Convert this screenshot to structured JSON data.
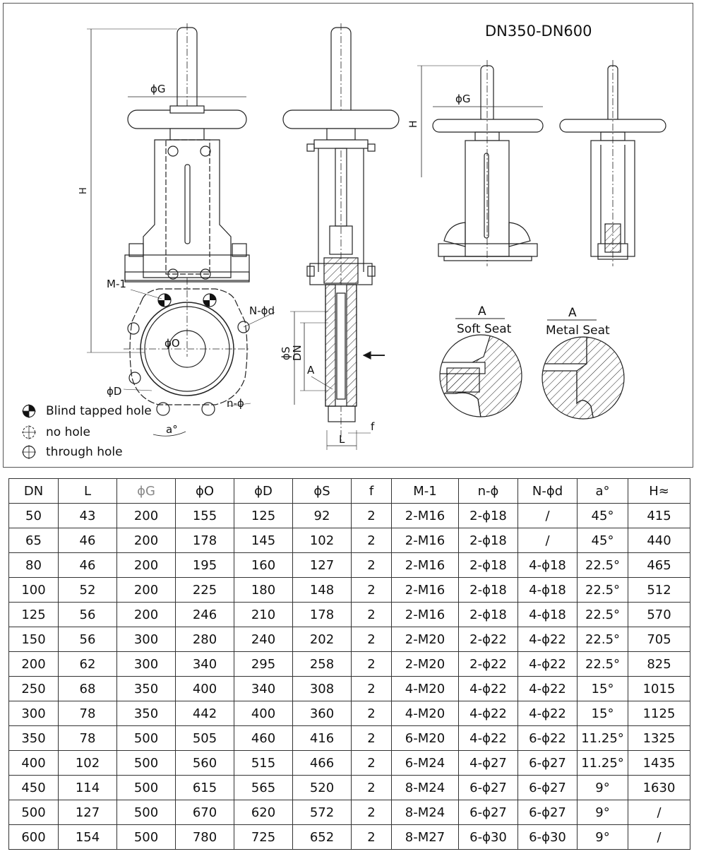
{
  "drawing": {
    "range_title": "DN350-DN600",
    "labels": {
      "H": "H",
      "phiG": "ϕG",
      "M1": "M-1",
      "Nphid": "N-ϕd",
      "phiO": "ϕO",
      "phiD": "ϕD",
      "nphi": "n-ϕ",
      "a": "a°",
      "phiS": "ϕS",
      "DN": "DN",
      "A": "A",
      "f": "f",
      "L": "L",
      "H2": "H",
      "phiG2": "ϕG"
    },
    "soft_seat": {
      "ref": "A",
      "title": "Soft Seat"
    },
    "metal_seat": {
      "ref": "A",
      "title": "Metal Seat"
    },
    "legend": [
      {
        "icon": "blind-tapped-hole-icon",
        "label": "Blind tapped hole"
      },
      {
        "icon": "no-hole-icon",
        "label": "no hole"
      },
      {
        "icon": "through-hole-icon",
        "label": "through hole"
      }
    ]
  },
  "table": {
    "headers": [
      "DN",
      "L",
      "ϕG",
      "ϕO",
      "ϕD",
      "ϕS",
      "f",
      "M-1",
      "n-ϕ",
      "N-ϕd",
      "a°",
      "H≈"
    ],
    "rows": [
      [
        "50",
        "43",
        "200",
        "155",
        "125",
        "92",
        "2",
        "2-M16",
        "2-ϕ18",
        "/",
        "45°",
        "415"
      ],
      [
        "65",
        "46",
        "200",
        "178",
        "145",
        "102",
        "2",
        "2-M16",
        "2-ϕ18",
        "/",
        "45°",
        "440"
      ],
      [
        "80",
        "46",
        "200",
        "195",
        "160",
        "127",
        "2",
        "2-M16",
        "2-ϕ18",
        "4-ϕ18",
        "22.5°",
        "465"
      ],
      [
        "100",
        "52",
        "200",
        "225",
        "180",
        "148",
        "2",
        "2-M16",
        "2-ϕ18",
        "4-ϕ18",
        "22.5°",
        "512"
      ],
      [
        "125",
        "56",
        "200",
        "246",
        "210",
        "178",
        "2",
        "2-M16",
        "2-ϕ18",
        "4-ϕ18",
        "22.5°",
        "570"
      ],
      [
        "150",
        "56",
        "300",
        "280",
        "240",
        "202",
        "2",
        "2-M20",
        "2-ϕ22",
        "4-ϕ22",
        "22.5°",
        "705"
      ],
      [
        "200",
        "62",
        "300",
        "340",
        "295",
        "258",
        "2",
        "2-M20",
        "2-ϕ22",
        "4-ϕ22",
        "22.5°",
        "825"
      ],
      [
        "250",
        "68",
        "350",
        "400",
        "340",
        "308",
        "2",
        "4-M20",
        "4-ϕ22",
        "4-ϕ22",
        "15°",
        "1015"
      ],
      [
        "300",
        "78",
        "350",
        "442",
        "400",
        "360",
        "2",
        "4-M20",
        "4-ϕ22",
        "4-ϕ22",
        "15°",
        "1125"
      ],
      [
        "350",
        "78",
        "500",
        "505",
        "460",
        "416",
        "2",
        "6-M20",
        "4-ϕ22",
        "6-ϕ22",
        "11.25°",
        "1325"
      ],
      [
        "400",
        "102",
        "500",
        "560",
        "515",
        "466",
        "2",
        "6-M24",
        "4-ϕ27",
        "6-ϕ27",
        "11.25°",
        "1435"
      ],
      [
        "450",
        "114",
        "500",
        "615",
        "565",
        "520",
        "2",
        "8-M24",
        "6-ϕ27",
        "6-ϕ27",
        "9°",
        "1630"
      ],
      [
        "500",
        "127",
        "500",
        "670",
        "620",
        "572",
        "2",
        "8-M24",
        "6-ϕ27",
        "6-ϕ27",
        "9°",
        "/"
      ],
      [
        "600",
        "154",
        "500",
        "780",
        "725",
        "652",
        "2",
        "8-M27",
        "6-ϕ30",
        "6-ϕ30",
        "9°",
        "/"
      ]
    ]
  }
}
